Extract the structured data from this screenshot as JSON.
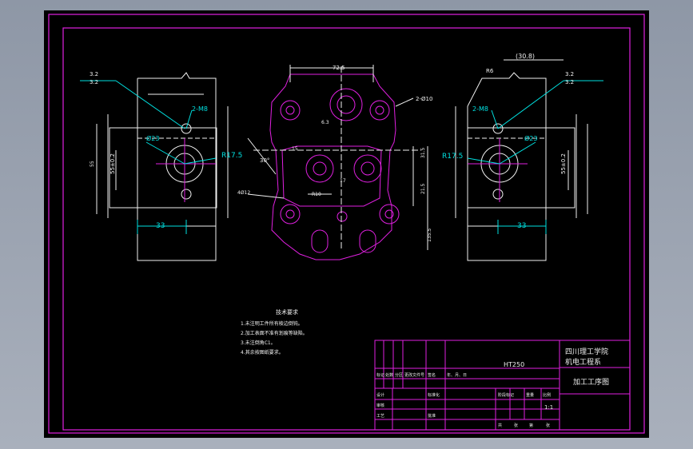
{
  "drawing": {
    "left_view": {
      "roughness_1": "3.2",
      "roughness_2": "3.2",
      "hole_callout": "2-M8",
      "dia_label": "Ø23",
      "radius_label": "R17.5",
      "dim_bottom": "33",
      "dim_left": "55",
      "dim_vertical": "55±0.2"
    },
    "center_view": {
      "dim_top": "72.5",
      "dim_right_top": "2-Ø10",
      "angle_label": "30°",
      "small_label_1": "15",
      "small_label_2": "17",
      "dim_right_1": "31.5",
      "dim_right_2": "21.5",
      "dim_right_3": "135.5",
      "bottom_left_callout": "4Ø12",
      "radius_label": "R10",
      "roughness": "6.3"
    },
    "right_view": {
      "dim_top": "(30.8)",
      "radius_r6": "R6",
      "roughness_1": "3.2",
      "roughness_2": "3.2",
      "hole_callout": "2-M8",
      "dia_label": "Ø23",
      "radius_label": "R17.5",
      "dim_bottom": "33",
      "dim_right": "55±0.2"
    },
    "notes": {
      "title": "技术要求",
      "line1": "1.未注明工件所有棱边倒钝。",
      "line2": "2.加工表面不准有划痕等缺陷。",
      "line3": "3.未注倒角C1。",
      "line4": "4.其余按图纸要求。"
    },
    "title_block": {
      "material": "HT250",
      "school": "四川理工学院",
      "department": "机电工程系",
      "drawing_name": "加工工序图",
      "scale": "1:1",
      "row_labels": [
        "标记",
        "处数",
        "分区",
        "更改文件号",
        "签名",
        "年、月、日"
      ],
      "design_label": "设计",
      "standard_label": "标准化",
      "audit_label": "审核",
      "process_label": "工艺",
      "approve_label": "批准",
      "stage_labels": [
        "阶段标记",
        "重量",
        "比例"
      ],
      "sheet_labels": [
        "共",
        "张",
        "第",
        "张"
      ]
    }
  }
}
